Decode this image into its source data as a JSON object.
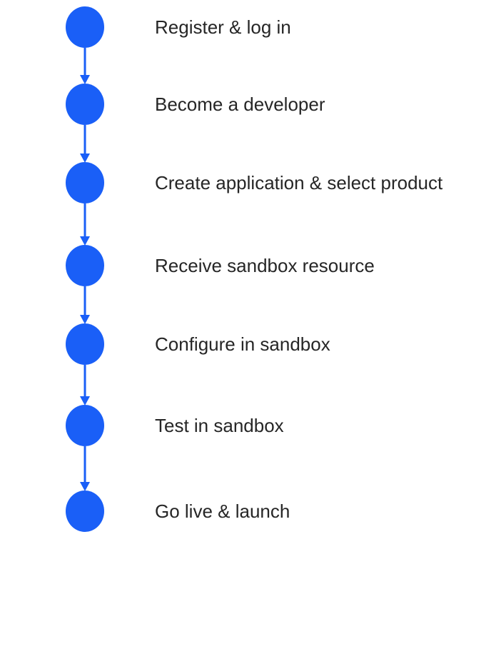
{
  "accent_color": "#1a5ff7",
  "steps": [
    {
      "label": "Register & log in"
    },
    {
      "label": "Become a developer"
    },
    {
      "label": "Create application & select product"
    },
    {
      "label": "Receive sandbox resource"
    },
    {
      "label": "Configure in sandbox"
    },
    {
      "label": "Test in sandbox"
    },
    {
      "label": "Go live & launch"
    }
  ]
}
